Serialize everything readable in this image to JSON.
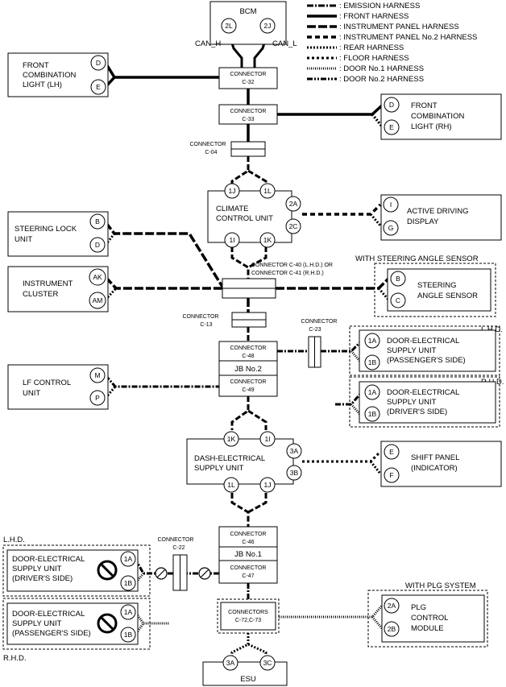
{
  "legend": [
    {
      "key": "emission",
      "label": ": EMISSION HARNESS"
    },
    {
      "key": "front",
      "label": ": FRONT HARNESS"
    },
    {
      "key": "instrument",
      "label": ": INSTRUMENT PANEL HARNESS"
    },
    {
      "key": "instrument2",
      "label": ": INSTRUMENT PANEL No.2 HARNESS"
    },
    {
      "key": "rear",
      "label": ": REAR HARNESS"
    },
    {
      "key": "floor",
      "label": ": FLOOR HARNESS"
    },
    {
      "key": "door1",
      "label": ": DOOR No.1 HARNESS"
    },
    {
      "key": "door2",
      "label": ": DOOR No.2 HARNESS"
    }
  ],
  "bcm": {
    "name": "BCM",
    "pin_left": "2L",
    "pin_right": "2J",
    "can_h": "CAN_H",
    "can_l": "CAN_L"
  },
  "front_light_lh": {
    "line1": "FRONT",
    "line2": "COMBINATION",
    "line3": "LIGHT (LH)",
    "pin_top": "D",
    "pin_bottom": "E"
  },
  "front_light_rh": {
    "line1": "FRONT",
    "line2": "COMBINATION",
    "line3": "LIGHT (RH)",
    "pin_top": "D",
    "pin_bottom": "E"
  },
  "conn_c32": {
    "l1": "CONNECTOR",
    "l2": "C-32"
  },
  "conn_c33": {
    "l1": "CONNECTOR",
    "l2": "C-33"
  },
  "conn_c04": {
    "l1": "CONNECTOR",
    "l2": "C-04"
  },
  "climate": {
    "line1": "CLIMATE",
    "line2": "CONTROL UNIT",
    "pin_1j": "1J",
    "pin_1l": "1L",
    "pin_2a": "2A",
    "pin_2c": "2C",
    "pin_1i": "1I",
    "pin_1k": "1K"
  },
  "active_display": {
    "line1": "ACTIVE DRIVING",
    "line2": "DISPLAY",
    "pin_top": "I",
    "pin_bottom": "G"
  },
  "steering_lock": {
    "line1": "STEERING LOCK",
    "line2": "UNIT",
    "pin_top": "B",
    "pin_bottom": "D"
  },
  "conn_c40": {
    "l1": "CONNECTOR C-40 (L.H.D.) OR",
    "l2": "CONNECTOR C-41 (R.H.D.)"
  },
  "instrument_cluster": {
    "line1": "INSTRUMENT",
    "line2": "CLUSTER",
    "pin_top": "AK",
    "pin_bottom": "AM"
  },
  "steering_angle": {
    "header": "WITH STEERING ANGLE SENSOR",
    "line1": "STEERING",
    "line2": "ANGLE SENSOR",
    "pin_top": "B",
    "pin_bottom": "C"
  },
  "conn_c13": {
    "l1": "CONNECTOR",
    "l2": "C-13"
  },
  "conn_c23": {
    "l1": "CONNECTOR",
    "l2": "C-23"
  },
  "jb2": {
    "c48_l1": "CONNECTOR",
    "c48_l2": "C-48",
    "name": "JB No.2",
    "c49_l1": "CONNECTOR",
    "c49_l2": "C-49"
  },
  "lhd_label": "L.H.D.",
  "rhd_label": "R.H.D.",
  "door_pass_top": {
    "line1": "DOOR-ELECTRICAL",
    "line2": "SUPPLY UNIT",
    "line3": "(PASSENGER'S SIDE)",
    "pin_top": "1A",
    "pin_bottom": "1B"
  },
  "door_drv_top": {
    "line1": "DOOR-ELECTRICAL",
    "line2": "SUPPLY UNIT",
    "line3": "(DRIVER'S SIDE)",
    "pin_top": "1A",
    "pin_bottom": "1B"
  },
  "lf_control": {
    "line1": "LF CONTROL",
    "line2": "UNIT",
    "pin_top": "M",
    "pin_bottom": "P"
  },
  "dash_unit": {
    "line1": "DASH-ELECTRICAL",
    "line2": "SUPPLY UNIT",
    "pin_1k": "1K",
    "pin_1i": "1I",
    "pin_3a": "3A",
    "pin_3b": "3B",
    "pin_1l": "1L",
    "pin_1j": "1J"
  },
  "shift_panel": {
    "line1": "SHIFT PANEL",
    "line2": "(INDICATOR)",
    "pin_top": "E",
    "pin_bottom": "F"
  },
  "jb1": {
    "c46_l1": "CONNECTOR",
    "c46_l2": "C-46",
    "name": "JB No.1",
    "c47_l1": "CONNECTOR",
    "c47_l2": "C-47"
  },
  "conn_c22": {
    "l1": "CONNECTOR",
    "l2": "C-22"
  },
  "lhd_bottom_label": "L.H.D.",
  "rhd_bottom_label": "R.H.D.",
  "door_drv_bottom": {
    "line1": "DOOR-ELECTRICAL",
    "line2": "SUPPLY UNIT",
    "line3": "(DRIVER'S SIDE)",
    "pin_top": "1A",
    "pin_bottom": "1B"
  },
  "door_pass_bottom": {
    "line1": "DOOR-ELECTRICAL",
    "line2": "SUPPLY UNIT",
    "line3": "(PASSENGER'S SIDE)",
    "pin_top": "1A",
    "pin_bottom": "1B"
  },
  "plg": {
    "header": "WITH PLG SYSTEM",
    "line1": "PLG",
    "line2": "CONTROL",
    "line3": "MODULE",
    "pin_top": "2A",
    "pin_bottom": "2B"
  },
  "conn_c72": {
    "l1": "CONNECTORS",
    "l2": "C-72,C-73"
  },
  "esu": {
    "name": "ESU",
    "pin_left": "3A",
    "pin_right": "3C"
  }
}
